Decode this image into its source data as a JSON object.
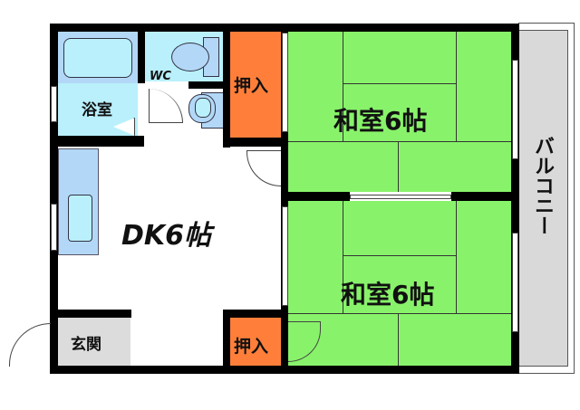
{
  "floorplan": {
    "rooms": {
      "bathroom": {
        "label": "浴室",
        "color": "#b9f0fb"
      },
      "wc": {
        "label": "WC",
        "color": "#b9f0fb"
      },
      "closet_top": {
        "label": "押入",
        "color": "#ff7f3a"
      },
      "closet_bottom": {
        "label": "押入",
        "color": "#ff7f3a"
      },
      "japanese_room_1": {
        "label": "和室6帖",
        "color": "#88f36a"
      },
      "japanese_room_2": {
        "label": "和室6帖",
        "color": "#88f36a"
      },
      "dining_kitchen": {
        "label": "DK6帖",
        "color": "#ffffff"
      },
      "entrance": {
        "label": "玄関",
        "color": "#dcdcdc"
      },
      "balcony": {
        "label": "バルコニー",
        "color": "#d9d9d9"
      }
    },
    "fixtures": [
      "bathtub",
      "toilet",
      "washbasin",
      "kitchen-sink"
    ],
    "colors": {
      "wall": "#000000",
      "fixture_blue": "#b3d8f7",
      "fixture_light": "#b9f0fb",
      "tatami_line": "#333333"
    }
  }
}
